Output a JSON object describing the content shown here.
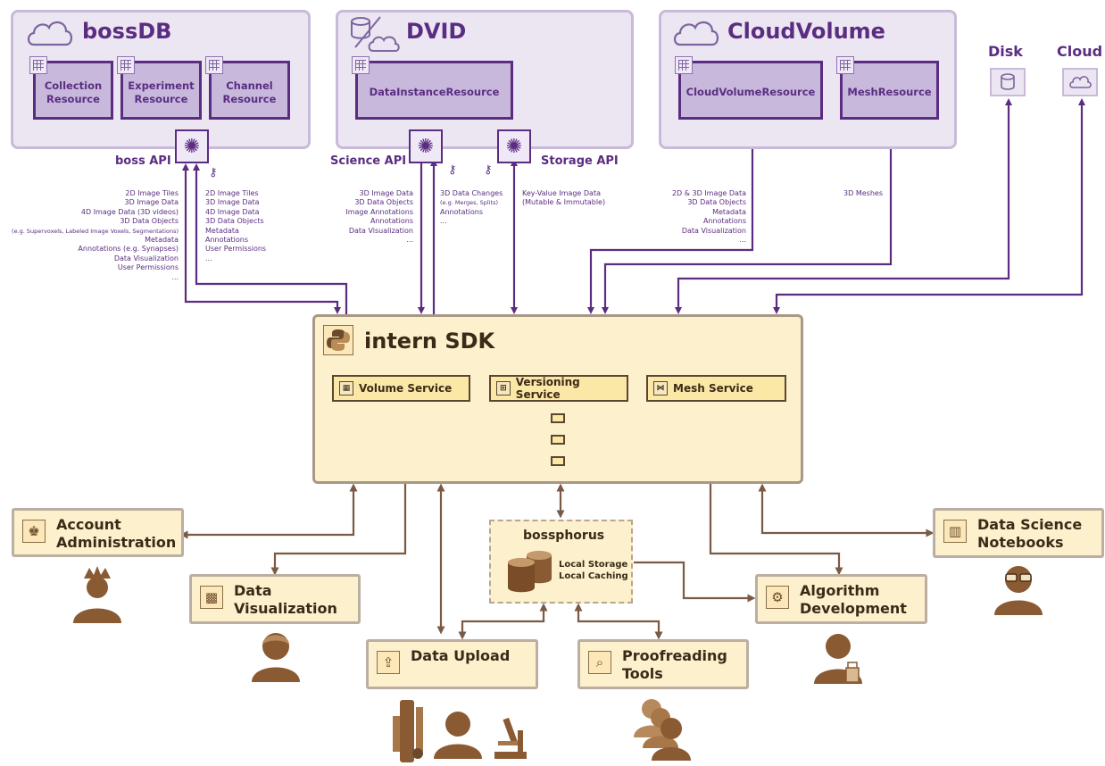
{
  "colors": {
    "purple": "#5b2d82",
    "brown": "#7a5a45",
    "panel": "#ece6f2",
    "sdk": "#fdf1cd"
  },
  "bossdb": {
    "title": "bossDB",
    "resources": [
      {
        "line1": "Collection",
        "line2": "Resource"
      },
      {
        "line1": "Experiment",
        "line2": "Resource"
      },
      {
        "line1": "Channel",
        "line2": "Resource"
      }
    ],
    "api_label": "boss API"
  },
  "dvid": {
    "title": "DVID",
    "resource": "DataInstanceResource",
    "science_api": "Science API",
    "storage_api": "Storage API"
  },
  "cloudvolume": {
    "title": "CloudVolume",
    "resources": [
      "CloudVolumeResource",
      "MeshResource"
    ]
  },
  "disk": {
    "title": "Disk"
  },
  "cloud": {
    "title": "Cloud"
  },
  "lists": {
    "boss_left": [
      "2D Image Tiles",
      "3D Image Data",
      "4D Image Data (3D videos)",
      "3D Data Objects",
      "(e.g. Supervoxels, Labeled Image Voxels, Segmentations)",
      "Metadata",
      "Annotations (e.g. Synapses)",
      "Data Visualization",
      "User Permissions",
      "..."
    ],
    "boss_right": [
      "2D Image Tiles",
      "3D Image Data",
      "4D Image Data",
      "3D Data Objects",
      "Metadata",
      "Annotations",
      "User Permissions",
      "..."
    ],
    "science": [
      "3D Image Data",
      "3D Data Objects",
      "Image Annotations",
      "Annotations",
      "Data Visualization",
      "..."
    ],
    "dvid_changes": [
      "3D Data Changes",
      "(e.g. Merges, Splits)",
      "Annotations",
      "..."
    ],
    "storage": [
      "Key-Value Image Data",
      "(Mutable & Immutable)"
    ],
    "cloudvolume": [
      "2D & 3D Image Data",
      "3D Data Objects",
      "Metadata",
      "Annotations",
      "Data Visualization",
      "..."
    ],
    "meshes": [
      "3D Meshes"
    ]
  },
  "sdk": {
    "title": "intern SDK",
    "services": [
      "Volume Service",
      "Versioning Service",
      "Mesh Service"
    ]
  },
  "bossphorus": {
    "title": "bossphorus",
    "line1": "Local Storage",
    "line2": "Local Caching"
  },
  "apps": {
    "account": {
      "line1": "Account",
      "line2": "Administration"
    },
    "dataviz": {
      "line1": "Data",
      "line2": "Visualization"
    },
    "upload": {
      "line1": "Data Upload"
    },
    "proofreading": {
      "line1": "Proofreading",
      "line2": "Tools"
    },
    "algorithm": {
      "line1": "Algorithm",
      "line2": "Development"
    },
    "notebooks": {
      "line1": "Data Science",
      "line2": "Notebooks"
    }
  },
  "icons": [
    "cloud-icon",
    "database-icon",
    "network-hub-icon",
    "key-icon",
    "python-icon",
    "grid-icon",
    "crown-person-icon",
    "gear-icon",
    "magnifier-icon",
    "chart-icon",
    "microscope-icon",
    "person-icon"
  ]
}
